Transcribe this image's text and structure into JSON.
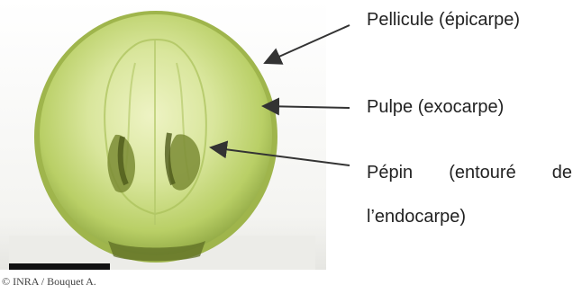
{
  "labels": {
    "pellicule": "Pellicule (épicarpe)",
    "pulpe": "Pulpe (exocarpe)",
    "pepin_line1_words": [
      "Pépin",
      "(entouré",
      "de"
    ],
    "pepin_line2": "l’endocarpe)"
  },
  "credit": "© INRA / Bouquet A.",
  "colors": {
    "grape_flesh": "#c8dc8a",
    "grape_rim": "#8ea642",
    "background_photo": "#f2f2ef",
    "arrow": "#333333",
    "text": "#222222"
  }
}
